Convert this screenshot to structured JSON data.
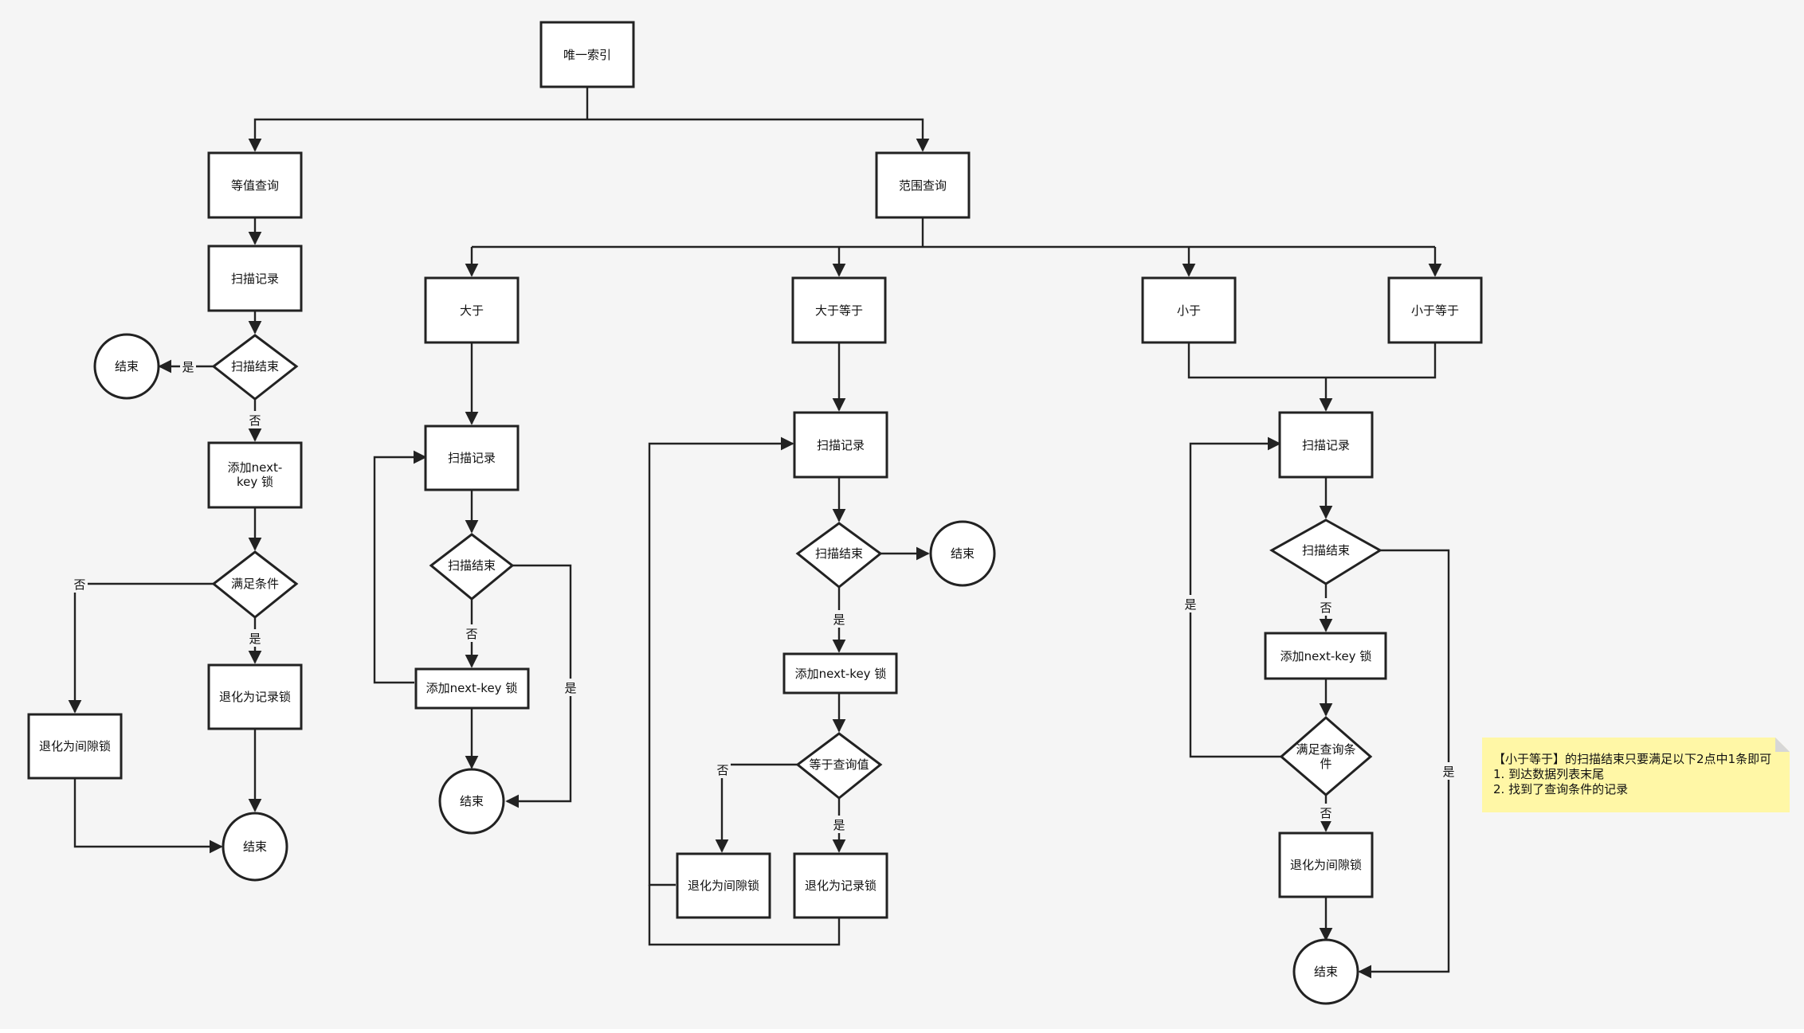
{
  "nodes": {
    "root": "唯一索引",
    "eq_query": "等值查询",
    "range_query": "范围查询",
    "eq_scan": "扫描记录",
    "eq_scan_end": "扫描结束",
    "eq_end_top": "结束",
    "eq_add_lock": "添加next-\nkey 锁",
    "eq_cond": "满足条件",
    "eq_gap": "退化为间隙锁",
    "eq_record": "退化为记录锁",
    "eq_end": "结束",
    "gt": "大于",
    "ge": "大于等于",
    "lt": "小于",
    "le": "小于等于",
    "gt_scan": "扫描记录",
    "gt_scan_end": "扫描结束",
    "gt_add_lock": "添加next-key 锁",
    "gt_end": "结束",
    "ge_scan": "扫描记录",
    "ge_scan_end": "扫描结束",
    "ge_end": "结束",
    "ge_add_lock": "添加next-key 锁",
    "ge_eq": "等于查询值",
    "ge_gap": "退化为间隙锁",
    "ge_record": "退化为记录锁",
    "lt_scan": "扫描记录",
    "lt_scan_end": "扫描结束",
    "lt_add_lock": "添加next-key 锁",
    "lt_cond": "满足查询条\n件",
    "lt_gap": "退化为间隙锁",
    "lt_end": "结束"
  },
  "edge_labels": {
    "yes": "是",
    "no": "否"
  },
  "note": {
    "lines": [
      "【小于等于】的扫描结束只要满足以下2点中1条即可",
      "1. 到达数据列表末尾",
      "2. 找到了查询条件的记录"
    ]
  }
}
